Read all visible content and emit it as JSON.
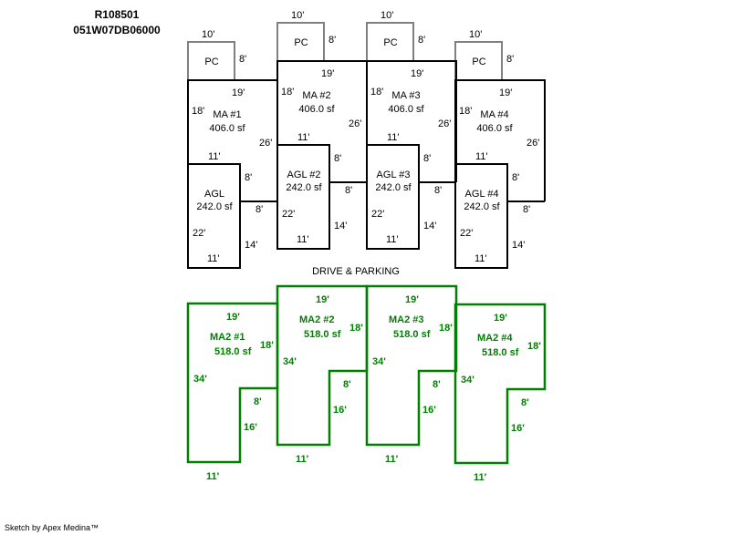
{
  "header": {
    "parcel_id": "R108501",
    "map_tax_lot": "051W07DB06000"
  },
  "footer": {
    "credit": "Sketch by Apex Medina™"
  },
  "colors": {
    "main_outline": "#000000",
    "pc_outline": "#808080",
    "upper_floor_outline": "#008000",
    "upper_floor_text": "#008000"
  },
  "drive_label": "DRIVE & PARKING",
  "pcs": [
    {
      "label": "PC",
      "width_dim": "10'",
      "depth_dim": "8'"
    },
    {
      "label": "PC",
      "width_dim": "10'",
      "depth_dim": "8'"
    },
    {
      "label": "PC",
      "width_dim": "10'",
      "depth_dim": "8'"
    },
    {
      "label": "PC",
      "width_dim": "10'",
      "depth_dim": "8'"
    }
  ],
  "main_areas": [
    {
      "name": "MA #1",
      "area": "406.0 sf",
      "top": "19'",
      "left": "18'",
      "right": "26'",
      "bottom": "11'"
    },
    {
      "name": "MA #2",
      "area": "406.0 sf",
      "top": "19'",
      "left": "18'",
      "right": "26'",
      "bottom": "11'"
    },
    {
      "name": "MA #3",
      "area": "406.0 sf",
      "top": "19'",
      "left": "18'",
      "right": "26'",
      "bottom": "11'"
    },
    {
      "name": "MA #4",
      "area": "406.0 sf",
      "top": "19'",
      "left": "18'",
      "right": "26'",
      "bottom": "11'"
    }
  ],
  "garages": [
    {
      "name": "AGL",
      "area": "242.0 sf",
      "left": "22'",
      "bottom": "11'",
      "right_top": "8'",
      "step": "8'",
      "right_bottom": "14'"
    },
    {
      "name": "AGL #2",
      "area": "242.0 sf",
      "left": "22'",
      "bottom": "11'",
      "right_top": "8'",
      "step": "8'",
      "right_bottom": "14'"
    },
    {
      "name": "AGL #3",
      "area": "242.0 sf",
      "left": "22'",
      "bottom": "11'",
      "right_top": "8'",
      "step": "8'",
      "right_bottom": "14'"
    },
    {
      "name": "AGL #4",
      "area": "242.0 sf",
      "left": "22'",
      "bottom": "11'",
      "right_top": "8'",
      "step": "8'",
      "right_bottom": "14'"
    }
  ],
  "upper_areas": [
    {
      "name": "MA2 #1",
      "area": "518.0 sf",
      "top": "19'",
      "right": "18'",
      "left": "34'",
      "step": "8'",
      "lower_right": "16'",
      "bottom": "11'"
    },
    {
      "name": "MA2 #2",
      "area": "518.0 sf",
      "top": "19'",
      "right": "18'",
      "left": "34'",
      "step": "8'",
      "lower_right": "16'",
      "bottom": "11'"
    },
    {
      "name": "MA2 #3",
      "area": "518.0 sf",
      "top": "19'",
      "right": "18'",
      "left": "34'",
      "step": "8'",
      "lower_right": "16'",
      "bottom": "11'"
    },
    {
      "name": "MA2  #4",
      "area": "518.0 sf",
      "top": "19'",
      "right": "18'",
      "left": "34'",
      "step": "8'",
      "lower_right": "16'",
      "bottom": "11'"
    }
  ]
}
